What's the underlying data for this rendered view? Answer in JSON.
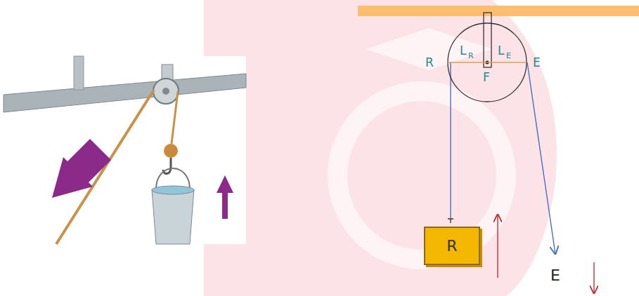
{
  "diagram": {
    "nodes": [
      {
        "text": [
          "L",
          "R",
          "L",
          "E",
          "F"
        ]
      },
      {
        "text": [
          "R"
        ]
      }
    ],
    "edges": [
      {
        "from": 1,
        "to": 0,
        "arrow": "none"
      }
    ],
    "labels": [
      "R",
      "E",
      "E"
    ]
  }
}
